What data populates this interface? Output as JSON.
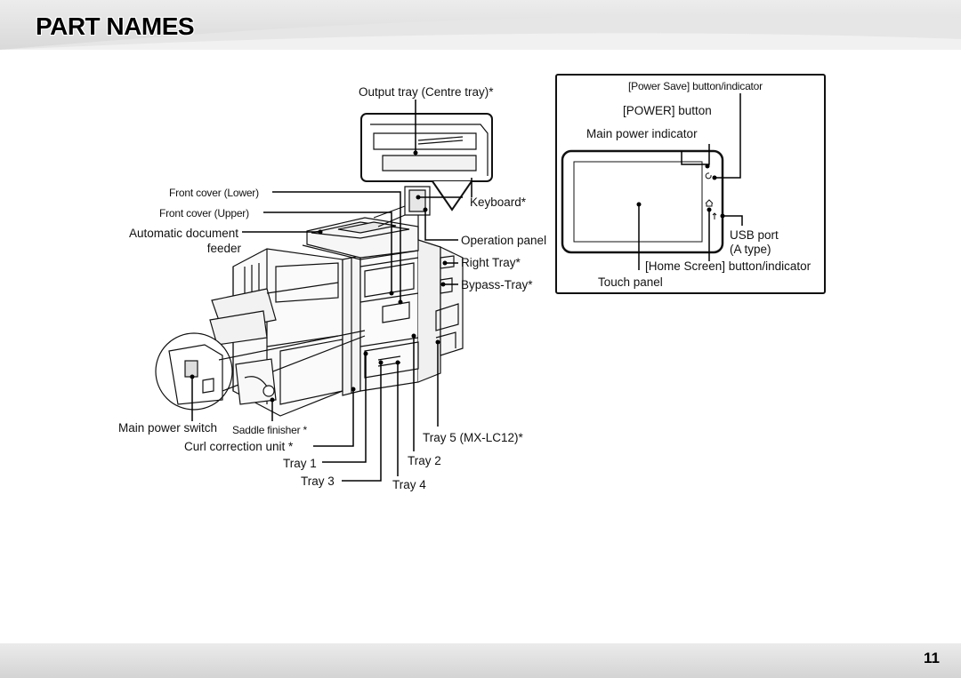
{
  "page": {
    "title": "PART NAMES",
    "number": "11"
  },
  "labels": {
    "output_tray": "Output tray (Centre tray)*",
    "front_cover_lower": "Front cover (Lower)",
    "front_cover_upper": "Front cover (Upper)",
    "adf_line1": "Automatic document",
    "adf_line2": "feeder",
    "keyboard": "Keyboard*",
    "operation_panel": "Operation panel",
    "right_tray": "Right Tray*",
    "bypass_tray": "Bypass-Tray*",
    "main_power_switch": "Main power switch",
    "saddle_finisher": "Saddle finisher *",
    "curl_correction_unit": "Curl correction unit *",
    "tray1": "Tray 1",
    "tray2": "Tray 2",
    "tray3": "Tray 3",
    "tray4": "Tray 4",
    "tray5": "Tray 5 (MX-LC12)*"
  },
  "panel_labels": {
    "power_save": "[Power Save] button/indicator",
    "power_button": "[POWER] button",
    "main_power_indicator": "Main power indicator",
    "usb_port_line1": "USB port",
    "usb_port_line2": "(A type)",
    "home_screen": "[Home Screen] button/indicator",
    "touch_panel": "Touch panel"
  },
  "icons": [
    "home-icon",
    "power-icon",
    "usb-icon"
  ]
}
